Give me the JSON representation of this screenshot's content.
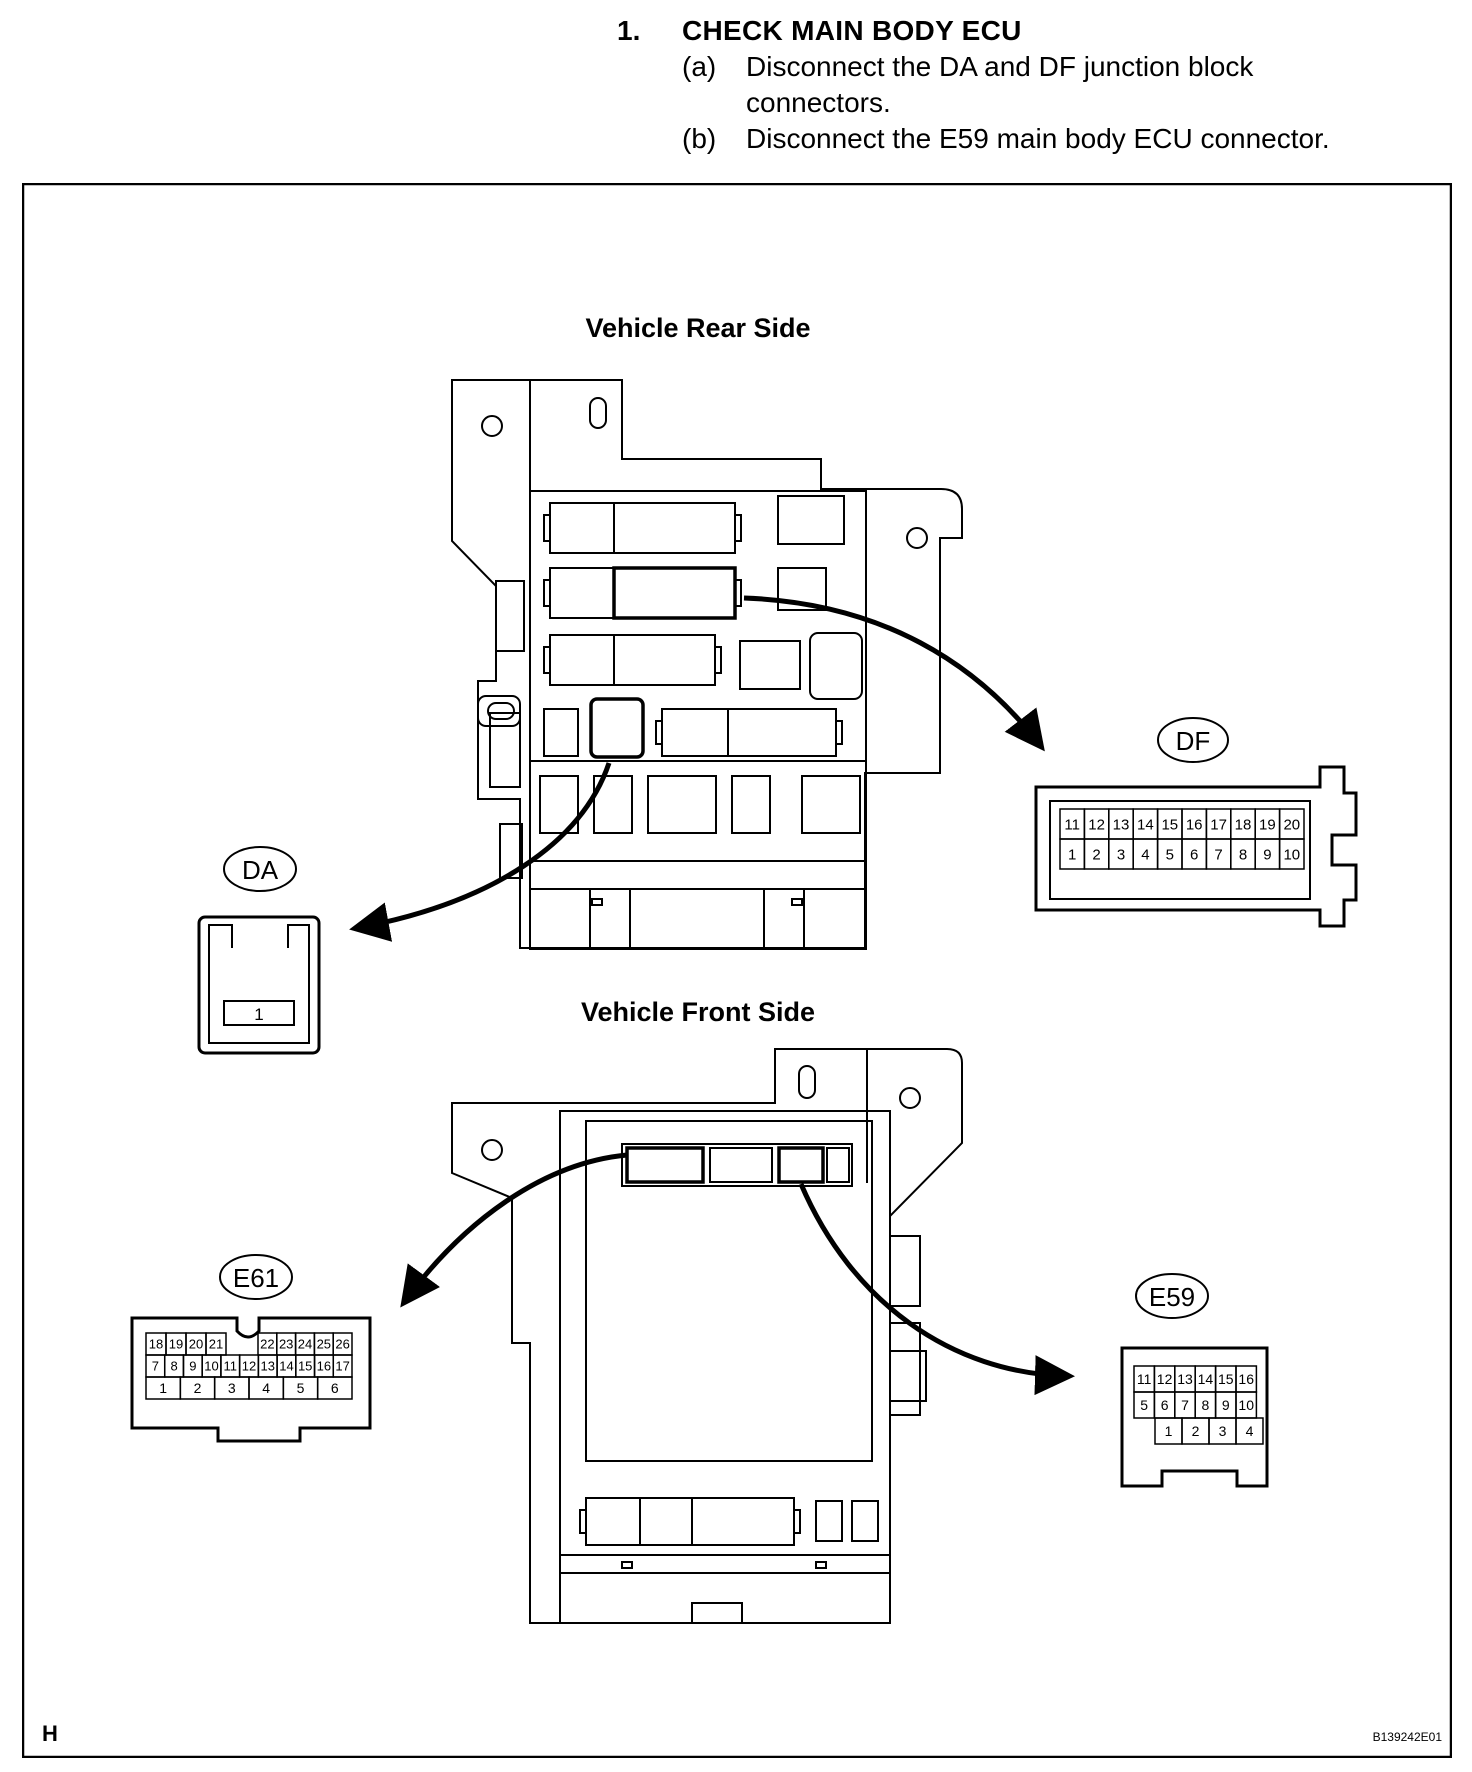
{
  "step": {
    "number": "1.",
    "title": "CHECK MAIN BODY ECU",
    "substeps": [
      {
        "letter": "(a)",
        "line1": "Disconnect the DA and DF junction block",
        "line2": "connectors."
      },
      {
        "letter": "(b)",
        "line1": "Disconnect the E59 main body ECU connector."
      }
    ]
  },
  "diagram": {
    "rear_label": "Vehicle Rear Side",
    "front_label": "Vehicle Front Side",
    "corner_letter": "H",
    "figure_code": "B139242E01",
    "connectors": {
      "DA": {
        "name": "DA",
        "pins": [
          "1"
        ]
      },
      "DF": {
        "name": "DF",
        "top_row": [
          "11",
          "12",
          "13",
          "14",
          "15",
          "16",
          "17",
          "18",
          "19",
          "20"
        ],
        "bottom_row": [
          "1",
          "2",
          "3",
          "4",
          "5",
          "6",
          "7",
          "8",
          "9",
          "10"
        ]
      },
      "E61": {
        "name": "E61",
        "row1_left": [
          "18",
          "19",
          "20",
          "21"
        ],
        "row1_right": [
          "22",
          "23",
          "24",
          "25",
          "26"
        ],
        "row2": [
          "7",
          "8",
          "9",
          "10",
          "11",
          "12",
          "13",
          "14",
          "15",
          "16",
          "17"
        ],
        "row3": [
          "1",
          "2",
          "3",
          "4",
          "5",
          "6"
        ]
      },
      "E59": {
        "name": "E59",
        "row1": [
          "11",
          "12",
          "13",
          "14",
          "15",
          "16"
        ],
        "row2": [
          "5",
          "6",
          "7",
          "8",
          "9",
          "10"
        ],
        "row3": [
          "1",
          "2",
          "3",
          "4"
        ]
      }
    }
  }
}
